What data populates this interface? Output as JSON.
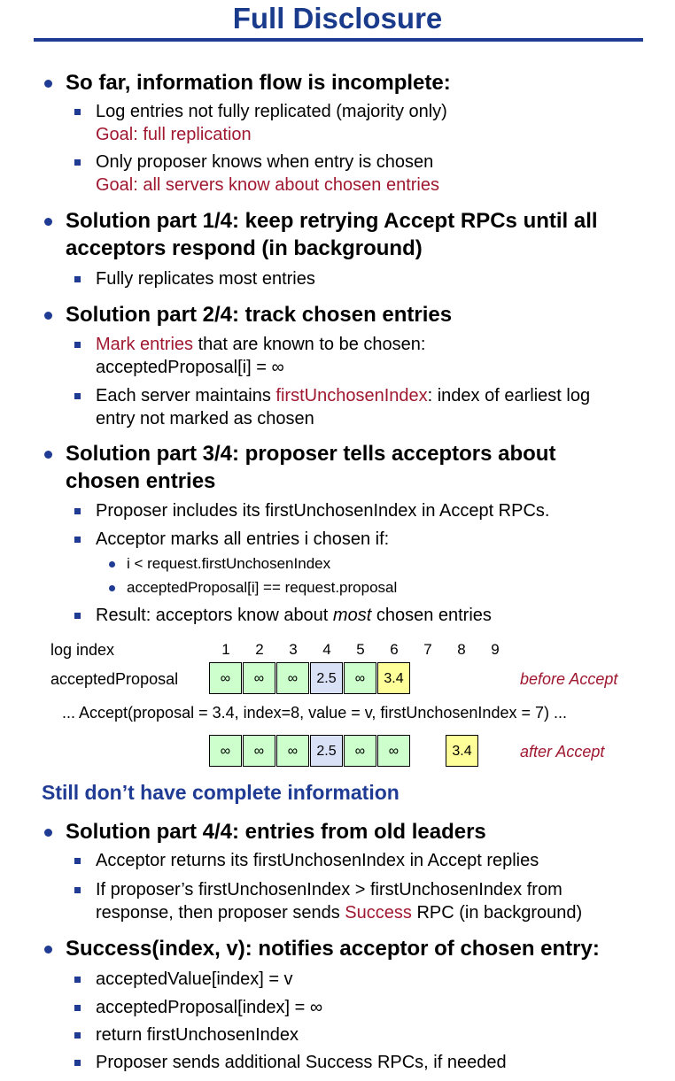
{
  "title": "Full Disclosure",
  "s1": {
    "head": "So far, information flow is incomplete:",
    "i1": "Log entries not fully replicated (majority only)",
    "i1_goal": "Goal: full replication",
    "i2": "Only proposer knows when entry is chosen",
    "i2_goal": "Goal: all servers know about chosen entries"
  },
  "s2": {
    "head": "Solution part 1/4: keep retrying Accept RPCs until all acceptors respond (in background)",
    "i1": "Fully replicates most entries"
  },
  "s3": {
    "head": "Solution part 2/4: track chosen entries",
    "i1_red": "Mark entries",
    "i1_rest": " that are known to be chosen:",
    "i1_line2": "acceptedProposal[i] = ∞",
    "i2_pre": "Each server maintains ",
    "i2_red": "firstUnchosenIndex",
    "i2_rest": ": index of earliest log entry not marked as chosen"
  },
  "s4": {
    "head": "Solution part 3/4: proposer tells acceptors about chosen entries",
    "i1": "Proposer includes its firstUnchosenIndex in Accept RPCs.",
    "i2": "Acceptor marks all entries i chosen if:",
    "i2_a": "i < request.firstUnchosenIndex",
    "i2_b": "acceptedProposal[i] == request.proposal",
    "i3_pre": "Result: acceptors know about ",
    "i3_em": "most",
    "i3_rest": " chosen entries"
  },
  "diagram": {
    "log_index_label": "log index",
    "accepted_label": "acceptedProposal",
    "indices": [
      "1",
      "2",
      "3",
      "4",
      "5",
      "6",
      "7",
      "8",
      "9"
    ],
    "before": [
      "∞",
      "∞",
      "∞",
      "2.5",
      "∞",
      "3.4"
    ],
    "before_note": "before Accept",
    "message": "... Accept(proposal = 3.4, index=8, value = v, firstUnchosenIndex = 7) ...",
    "after": [
      "∞",
      "∞",
      "∞",
      "2.5",
      "∞",
      "∞"
    ],
    "after_extra": "3.4",
    "after_note": "after Accept"
  },
  "subhead": "Still don’t have complete information",
  "s5": {
    "head": "Solution part 4/4: entries from old leaders",
    "i1": "Acceptor returns its firstUnchosenIndex in Accept replies",
    "i2_pre": "If proposer’s firstUnchosenIndex > firstUnchosenIndex from response, then proposer sends ",
    "i2_red": "Success",
    "i2_rest": " RPC (in background)"
  },
  "s6": {
    "head": "Success(index, v): notifies acceptor of chosen entry:",
    "i1": "acceptedValue[index] = v",
    "i2": "acceptedProposal[index] = ∞",
    "i3": "return firstUnchosenIndex",
    "i4": "Proposer sends additional Success RPCs, if needed"
  }
}
